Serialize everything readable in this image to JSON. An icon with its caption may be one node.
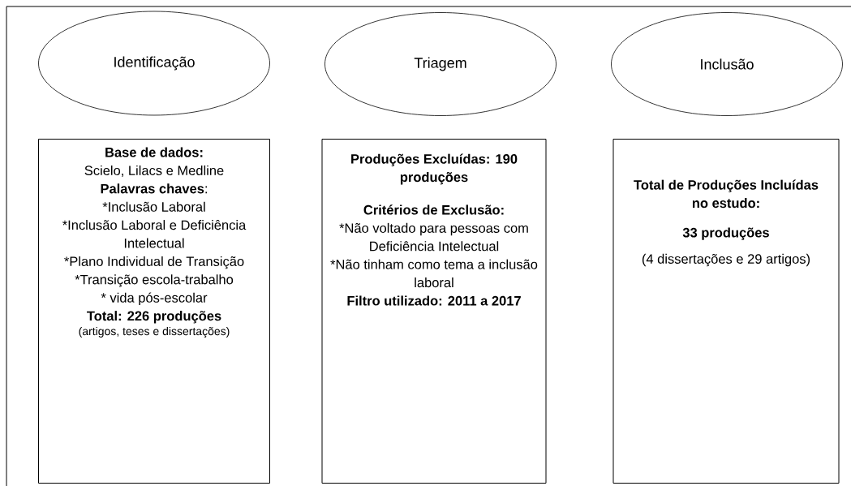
{
  "diagram": {
    "nodes": [
      {
        "text": [
          "Identificação"
        ]
      },
      {
        "text": [
          "Triagem"
        ]
      },
      {
        "text": [
          "Inclusão"
        ]
      },
      {
        "text": [
          "Base de dados:",
          "Scielo, Lilacs e Medline",
          "**Palavras chaves**:",
          "*Inclusão Laboral",
          "*Inclusão Laboral e Deficiência Intelectual",
          "*Plano Individual de Transição",
          "*Transição escola-trabalho",
          "* vida pós-escolar",
          "Total: 226 produções",
          "(artigos, teses e dissertações)"
        ]
      },
      {
        "text": [
          "Produções Excluídas: 190 produções",
          "Critérios de Exclusão:",
          "*Não voltado para pessoas com Deficiência Intelectual",
          "*Não tinham como tema a inclusão laboral",
          "Filtro utilizado: 2011 a 2017"
        ]
      },
      {
        "text": [
          "Total de Produções Incluídas no estudo:",
          "33 produções",
          "(4 dissertações e 29 artigos)"
        ]
      }
    ]
  }
}
